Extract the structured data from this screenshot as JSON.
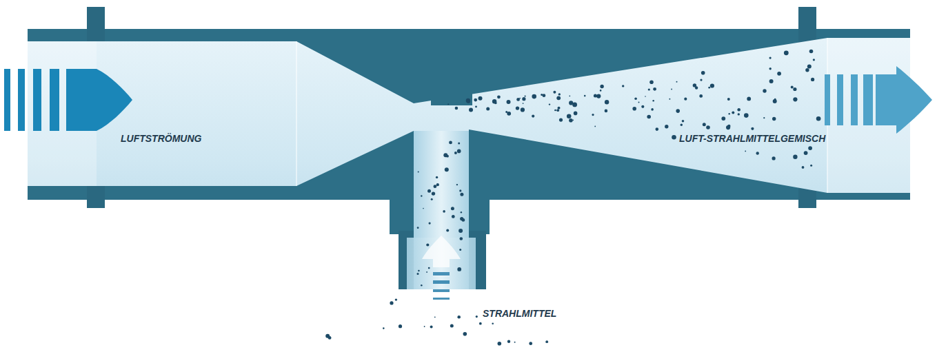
{
  "diagram": {
    "labels": [
      "LUFTSTRÖMUNG",
      "LUFT-STRAHLMITTELGEMISCH",
      "STRAHLMITTEL"
    ]
  }
}
